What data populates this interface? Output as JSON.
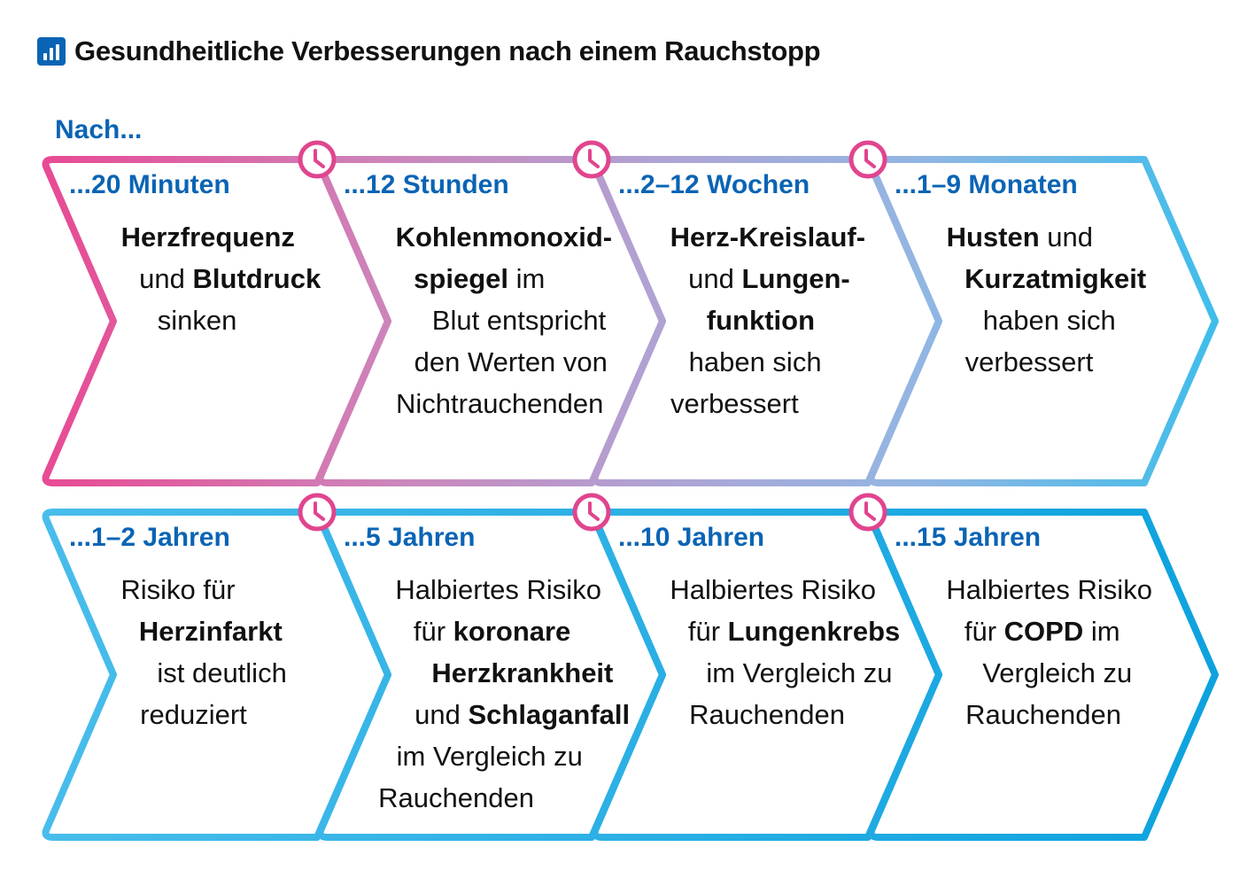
{
  "title": "Gesundheitliche Verbesserungen nach einem Rauchstopp",
  "title_icon": "bar-chart-icon",
  "intro": "Nach...",
  "colors": {
    "heading_blue": "#0a64b4",
    "row1_gradient": [
      "#e84a94",
      "#c98cbd",
      "#a7a8d8",
      "#8eb4e2",
      "#3fb8e8"
    ],
    "row2_stroke": [
      "#3fbaea",
      "#0ea5e0"
    ],
    "clock": "#e0458e",
    "text": "#111111"
  },
  "rows": [
    {
      "panels": [
        {
          "heading": "...20 Minuten",
          "lines": [
            [
              {
                "t": "Herzfrequenz",
                "b": true
              }
            ],
            [
              {
                "t": "und ",
                "b": false
              },
              {
                "t": "Blutdruck",
                "b": true
              }
            ],
            [
              {
                "t": "sinken",
                "b": false
              }
            ]
          ]
        },
        {
          "heading": "...12 Stunden",
          "lines": [
            [
              {
                "t": "Kohlenmonoxid-",
                "b": true
              }
            ],
            [
              {
                "t": "spiegel",
                "b": true
              },
              {
                "t": " im",
                "b": false
              }
            ],
            [
              {
                "t": "Blut entspricht",
                "b": false
              }
            ],
            [
              {
                "t": "den Werten von",
                "b": false
              }
            ],
            [
              {
                "t": "Nichtrauchenden",
                "b": false
              }
            ]
          ]
        },
        {
          "heading": "...2–12 Wochen",
          "lines": [
            [
              {
                "t": "Herz-Kreislauf-",
                "b": true
              }
            ],
            [
              {
                "t": "und ",
                "b": false
              },
              {
                "t": "Lungen-",
                "b": true
              }
            ],
            [
              {
                "t": "funktion",
                "b": true
              }
            ],
            [
              {
                "t": "haben sich",
                "b": false
              }
            ],
            [
              {
                "t": "verbessert",
                "b": false
              }
            ]
          ]
        },
        {
          "heading": "...1–9 Monaten",
          "lines": [
            [
              {
                "t": "Husten",
                "b": true
              },
              {
                "t": " und",
                "b": false
              }
            ],
            [
              {
                "t": "Kurzatmigkeit",
                "b": true
              }
            ],
            [
              {
                "t": "haben sich",
                "b": false
              }
            ],
            [
              {
                "t": "verbessert",
                "b": false
              }
            ]
          ]
        }
      ]
    },
    {
      "panels": [
        {
          "heading": "...1–2 Jahren",
          "lines": [
            [
              {
                "t": "Risiko für",
                "b": false
              }
            ],
            [
              {
                "t": "Herzinfarkt",
                "b": true
              }
            ],
            [
              {
                "t": "ist deutlich",
                "b": false
              }
            ],
            [
              {
                "t": "reduziert",
                "b": false
              }
            ]
          ]
        },
        {
          "heading": "...5 Jahren",
          "lines": [
            [
              {
                "t": "Halbiertes Risiko",
                "b": false
              }
            ],
            [
              {
                "t": "für ",
                "b": false
              },
              {
                "t": "koronare",
                "b": true
              }
            ],
            [
              {
                "t": "Herzkrankheit",
                "b": true
              }
            ],
            [
              {
                "t": "und ",
                "b": false
              },
              {
                "t": "Schlaganfall",
                "b": true
              }
            ],
            [
              {
                "t": "im Vergleich zu",
                "b": false
              }
            ],
            [
              {
                "t": "Rauchenden",
                "b": false
              }
            ]
          ]
        },
        {
          "heading": "...10 Jahren",
          "lines": [
            [
              {
                "t": "Halbiertes Risiko",
                "b": false
              }
            ],
            [
              {
                "t": "für ",
                "b": false
              },
              {
                "t": "Lungenkrebs",
                "b": true
              }
            ],
            [
              {
                "t": "im Vergleich zu",
                "b": false
              }
            ],
            [
              {
                "t": "Rauchenden",
                "b": false
              }
            ]
          ]
        },
        {
          "heading": "...15 Jahren",
          "lines": [
            [
              {
                "t": "Halbiertes Risiko",
                "b": false
              }
            ],
            [
              {
                "t": "für ",
                "b": false
              },
              {
                "t": "COPD",
                "b": true
              },
              {
                "t": " im",
                "b": false
              }
            ],
            [
              {
                "t": "Vergleich zu",
                "b": false
              }
            ],
            [
              {
                "t": "Rauchenden",
                "b": false
              }
            ]
          ]
        }
      ]
    }
  ]
}
